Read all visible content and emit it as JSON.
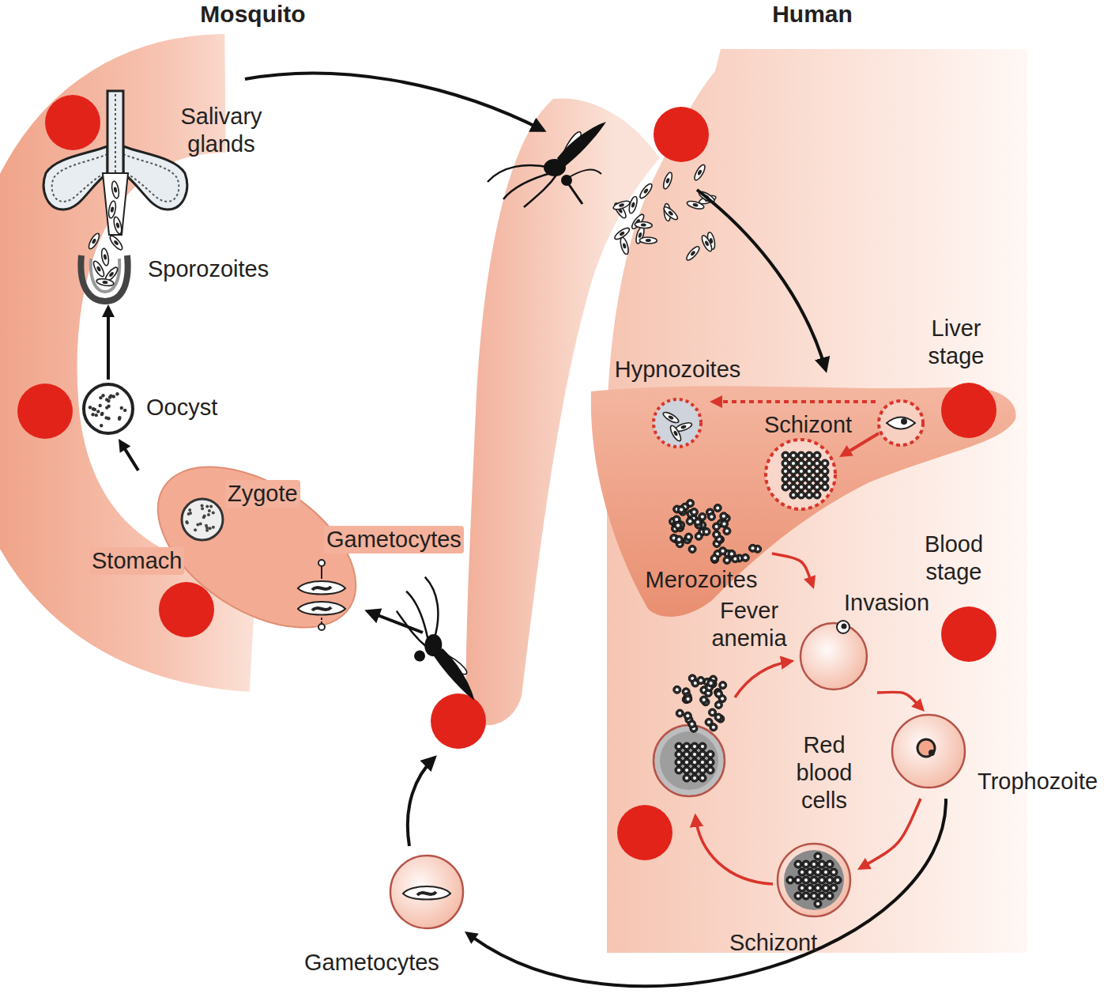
{
  "diagram": {
    "nodes": [
      {
        "text": [
          "Salivary glands"
        ]
      },
      {
        "text": [
          "Sporozoites"
        ]
      },
      {
        "text": [
          "Oocyst"
        ]
      },
      {
        "text": [
          "Stomach"
        ]
      },
      {
        "text": [
          "Zygote"
        ],
        "in": 3
      },
      {
        "text": [
          "Gametocytes"
        ],
        "in": 3
      },
      {
        "text": [
          "Liver stage"
        ]
      },
      {
        "text": [
          "Hypnozoites"
        ],
        "in": 6
      },
      {
        "text": [
          "Schizont"
        ],
        "in": 6
      },
      {
        "text": [
          "Merozoites"
        ],
        "in": 6
      },
      {
        "text": [
          "Invasion"
        ]
      },
      {
        "text": [
          "Trophozoite"
        ]
      },
      {
        "text": [
          "Schizont"
        ]
      },
      {
        "text": [
          "Gametocytes"
        ]
      }
    ],
    "edges": [
      {
        "from": 2,
        "to": 1,
        "arrow": "to"
      },
      {
        "from": 3,
        "to": 2,
        "arrow": "to"
      },
      {
        "from": 5,
        "to": 4,
        "arrow": "to"
      },
      {
        "from": 7,
        "to": 8,
        "arrow": "to"
      },
      {
        "from": 8,
        "to": 9,
        "arrow": "to"
      },
      {
        "from": 9,
        "to": 10,
        "arrow": "to"
      },
      {
        "from": 10,
        "to": 11,
        "arrow": "to"
      },
      {
        "from": 11,
        "to": 12,
        "arrow": "to"
      },
      {
        "from": 11,
        "to": 13,
        "arrow": "to"
      }
    ],
    "labels": [
      "Mosquito",
      "Human",
      "Blood stage",
      "Fever anemia",
      "Red blood cells"
    ]
  }
}
